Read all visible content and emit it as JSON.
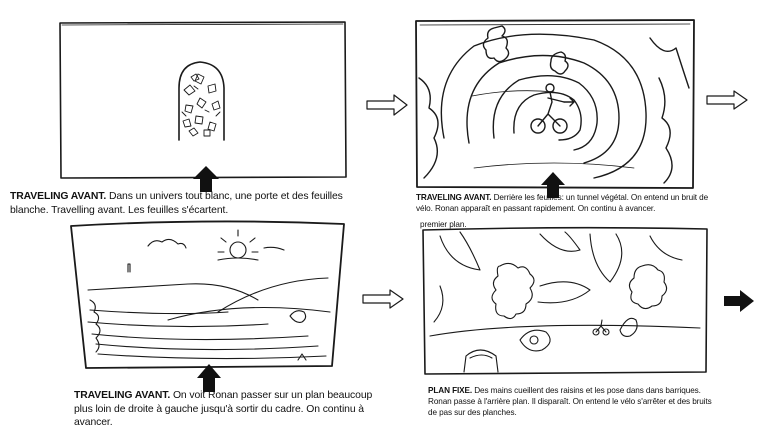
{
  "panels": [
    {
      "id": "panel-1",
      "caption_lead": "TRAVELING AVANT.",
      "caption_rest": " Dans un univers tout blanc, une porte et des feuilles blanche. Travelling avant. Les feuilles s'écartent."
    },
    {
      "id": "panel-2",
      "caption_lead": "TRAVELING AVANT.",
      "caption_rest": " Derrière les feuilles: un tunnel végétal. On entend un bruit de vélo. Ronan apparaît en passant rapidement. On continu à avancer.",
      "caption_extra": "premier plan."
    },
    {
      "id": "panel-3",
      "caption_lead": "TRAVELING AVANT.",
      "caption_rest": " On voit Ronan passer sur un plan beaucoup plus loin de droite à gauche jusqu'à sortir du cadre. On continu à avancer."
    },
    {
      "id": "panel-4",
      "caption_lead": "PLAN FIXE.",
      "caption_rest": " Des mains cueillent des raisins et les pose dans dans barriques. Ronan passe à l'arrière plan. Il disparaît. On entend le vélo s'arrêter et des bruits de pas sur des planches."
    }
  ],
  "icons": {
    "camera_move": "black-up-arrow-icon",
    "transition": "outline-right-arrow-icon",
    "continue": "black-right-arrow-icon"
  }
}
